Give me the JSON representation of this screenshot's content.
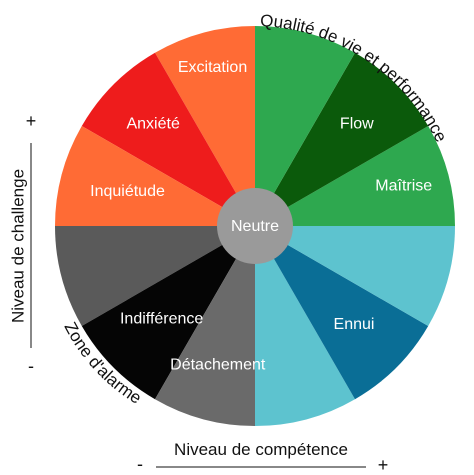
{
  "center_label": "Neutre",
  "segments": [
    {
      "label": "Excitation",
      "color": "#ff6b35",
      "text_color": "#ffffff"
    },
    {
      "label": "Anxiété",
      "color": "#ee1c1c",
      "text_color": "#ffffff"
    },
    {
      "label": "Inquiétude",
      "color": "#ff6b35",
      "text_color": "#ffffff"
    },
    {
      "label": "",
      "color": "#5a5a5a",
      "text_color": "#ffffff"
    },
    {
      "label": "Indifférence",
      "color": "#050505",
      "text_color": "#ffffff"
    },
    {
      "label": "Détachement",
      "color": "#6a6a6a",
      "text_color": "#ffffff"
    },
    {
      "label": "",
      "color": "#5dc3cf",
      "text_color": "#ffffff"
    },
    {
      "label": "Ennui",
      "color": "#0a6e96",
      "text_color": "#ffffff"
    },
    {
      "label": "",
      "color": "#5dc3cf",
      "text_color": "#ffffff"
    },
    {
      "label": "Maîtrise",
      "color": "#2ea84f",
      "text_color": "#ffffff"
    },
    {
      "label": "Flow",
      "color": "#0b5a0b",
      "text_color": "#ffffff"
    },
    {
      "label": "",
      "color": "#2ea84f",
      "text_color": "#ffffff"
    }
  ],
  "center_color": "#9a9a9a",
  "annotations": {
    "quality_zone": "Qualité de vie et performance",
    "alarm_zone": "Zone d'alarme"
  },
  "axes": {
    "y_label": "Niveau de challenge",
    "y_plus": "+",
    "y_minus": "-",
    "x_label": "Niveau de compétence",
    "x_plus": "+",
    "x_minus": "-"
  }
}
